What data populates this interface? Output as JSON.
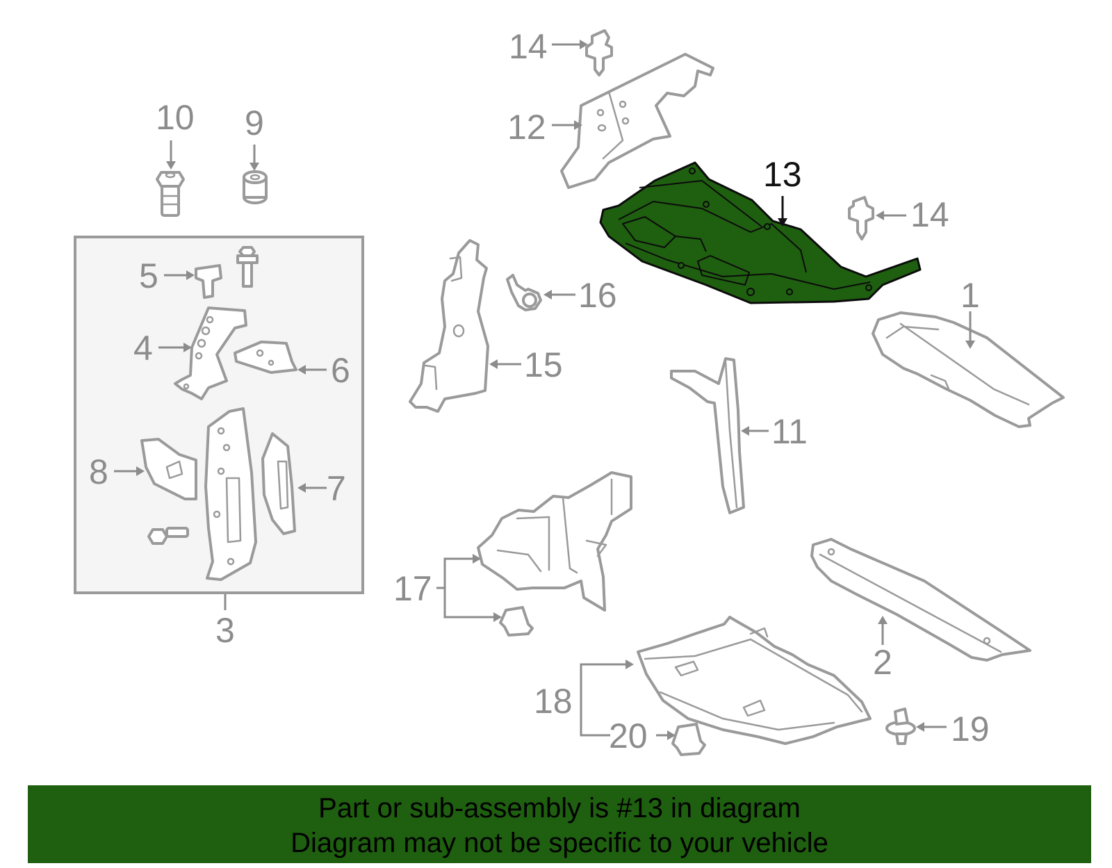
{
  "callouts": {
    "c1": "1",
    "c2": "2",
    "c3": "3",
    "c4": "4",
    "c5": "5",
    "c6": "6",
    "c7": "7",
    "c8": "8",
    "c9": "9",
    "c10": "10",
    "c11": "11",
    "c12": "12",
    "c13": "13",
    "c14a": "14",
    "c14b": "14",
    "c15": "15",
    "c16": "16",
    "c17": "17",
    "c18": "18",
    "c19": "19",
    "c20": "20"
  },
  "highlighted_part": "13",
  "colors": {
    "highlight_fill": "#1f5f10",
    "banner_background": "#1f5f10",
    "part_outline": "#9a9a9a",
    "callout_text": "#8c8c8c"
  },
  "banner": {
    "line1": "Part or sub-assembly is #13 in diagram",
    "line2": "Diagram may not be specific to your vehicle"
  }
}
